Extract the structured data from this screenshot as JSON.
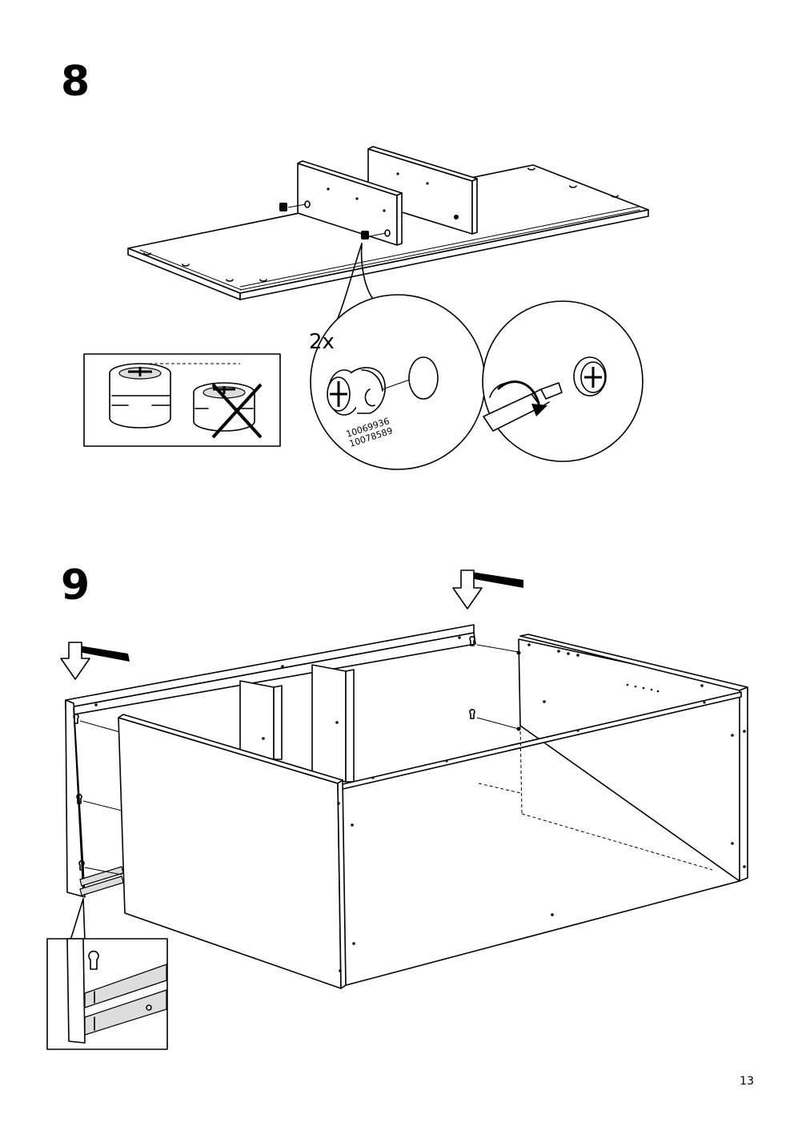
{
  "page": {
    "number": "13"
  },
  "steps": [
    {
      "number": "8",
      "quantity_label": "2x",
      "part_numbers": [
        "10069936",
        "10078589"
      ]
    },
    {
      "number": "9"
    }
  ],
  "icons": {
    "step8": [
      "panel-assembly-illustration",
      "cam-lock-detail-callout",
      "screwdriver-turn-callout",
      "cam-lock-correct-incorrect-box"
    ],
    "step9": [
      "cabinet-carcass-illustration",
      "press-down-arrow",
      "drawer-rail-detail-box"
    ]
  }
}
